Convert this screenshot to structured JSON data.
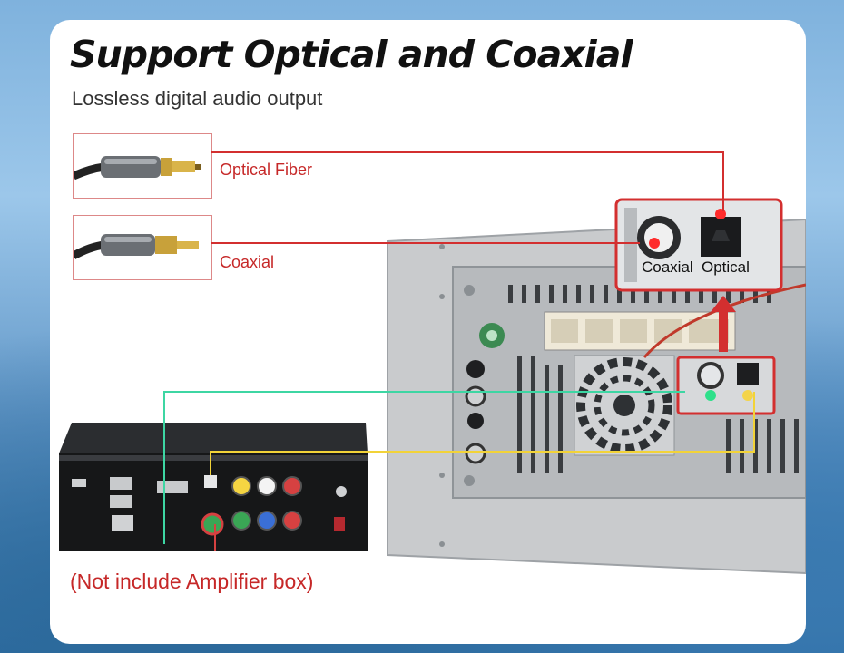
{
  "header": {
    "title": "Support Optical and Coaxial",
    "subtitle": "Lossless digital audio output"
  },
  "cables": [
    {
      "label": "Optical Fiber"
    },
    {
      "label": "Coaxial"
    }
  ],
  "ports": {
    "coaxial_label": "Coaxial",
    "optical_label": "Optical"
  },
  "note": "(Not include Amplifier box)",
  "colors": {
    "accent_red": "#d32f2f",
    "coaxial_line": "#3dd6a3",
    "optical_line": "#f2d338"
  }
}
